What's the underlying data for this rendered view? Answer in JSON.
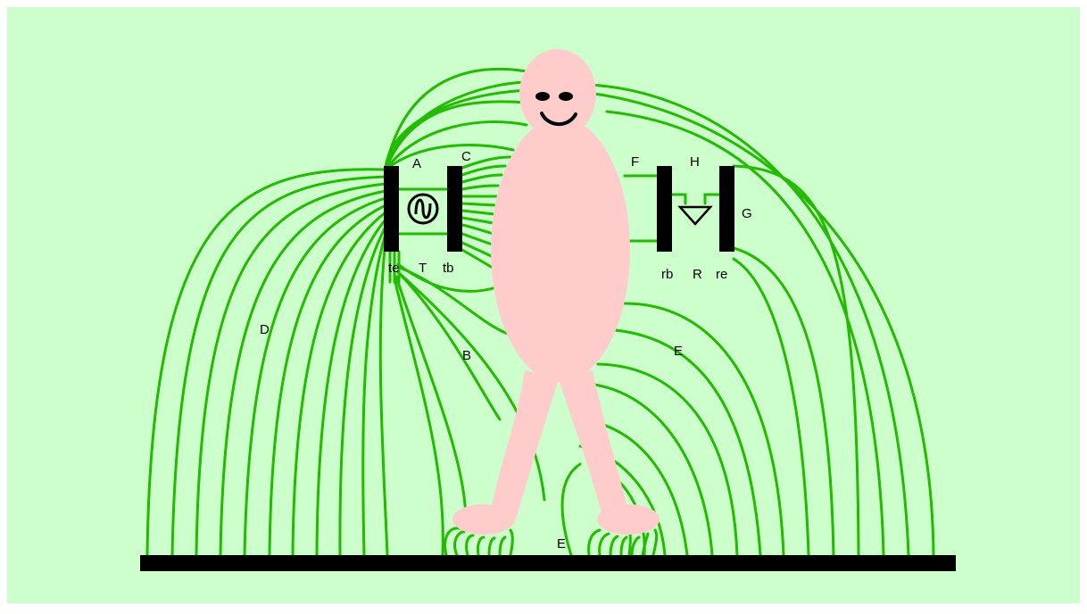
{
  "colors": {
    "background": "#ccffcc",
    "field_line": "#22bb00",
    "body": "#ffcccc",
    "electrode": "#000000"
  },
  "labels": {
    "A": "A",
    "C": "C",
    "B": "B",
    "D": "D",
    "E_right": "E",
    "E_bottom": "E",
    "F": "F",
    "H": "H",
    "G": "G",
    "te": "te",
    "T": "T",
    "tb": "tb",
    "rb": "rb",
    "R": "R",
    "re": "re"
  },
  "icons": {
    "transmitter": "ac-source-icon",
    "receiver": "ground-triangle-icon"
  }
}
